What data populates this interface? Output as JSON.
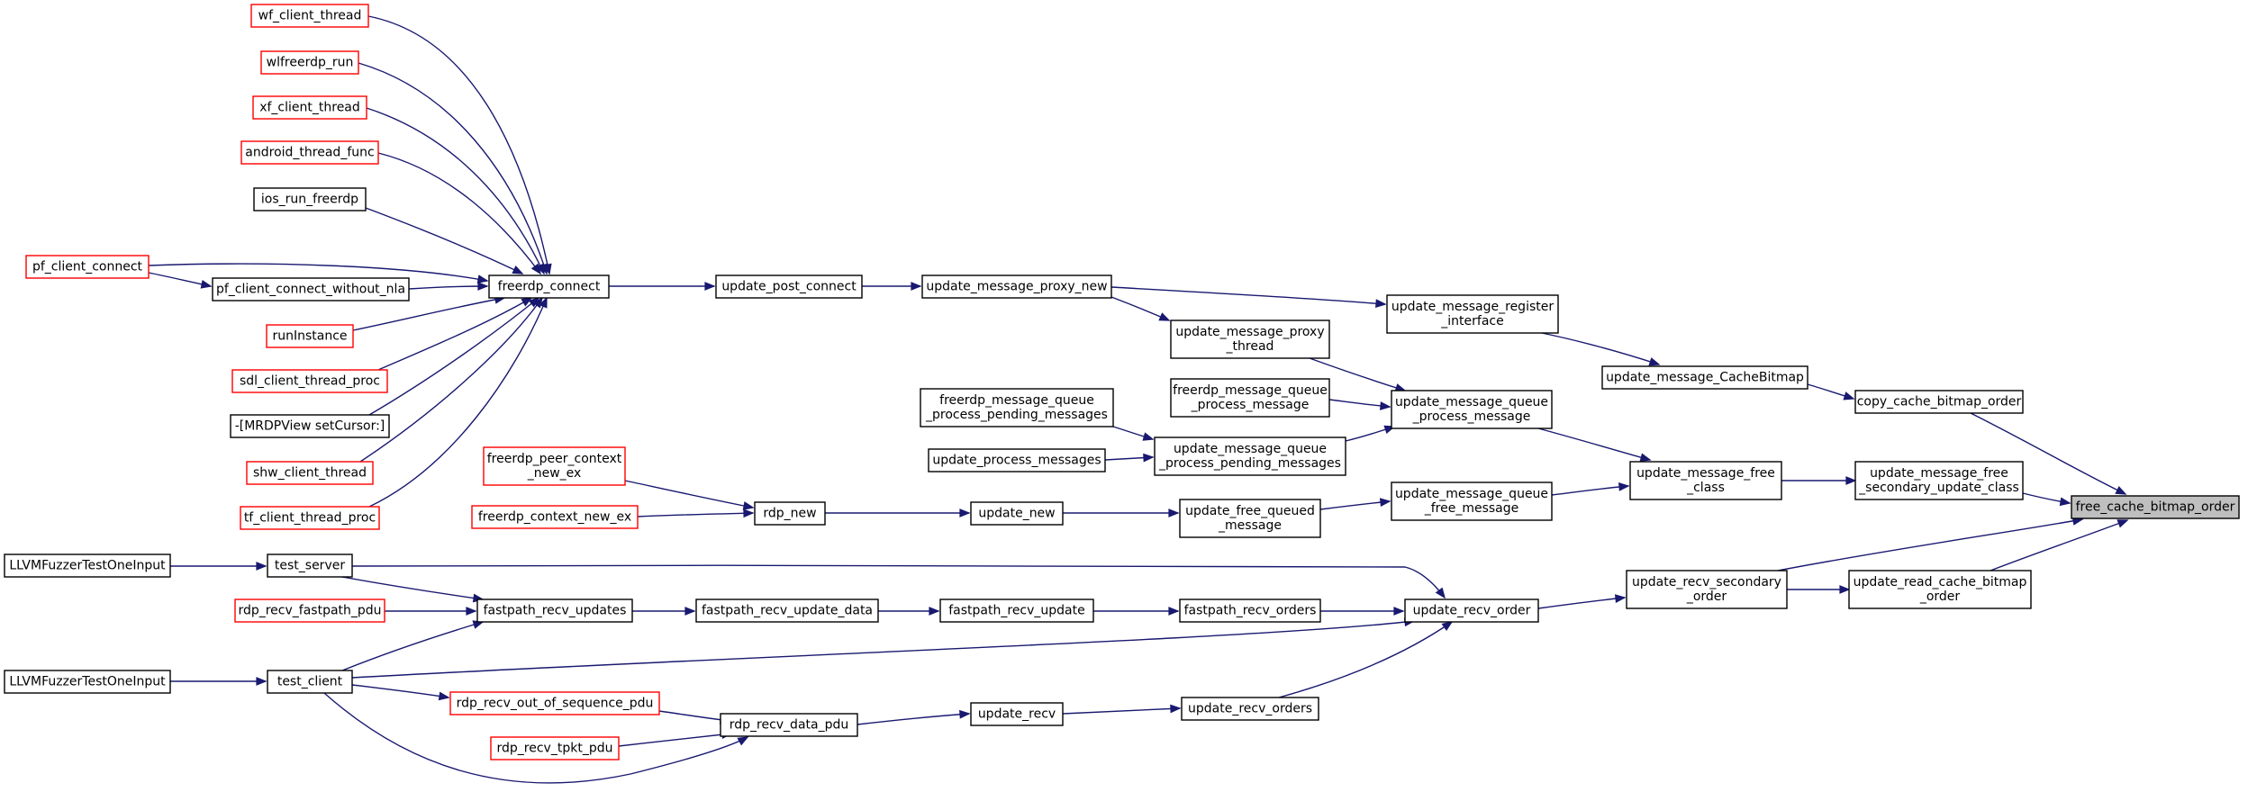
{
  "title": "free_cache_bitmap_order",
  "colors": {
    "edge": "#191970",
    "border_default": "#000000",
    "border_truncated": "#ff0000",
    "highlight_fill": "#bfbfbf"
  },
  "nodes": [
    {
      "id": "free_cache_bitmap_order",
      "lines": [
        "free_cache_bitmap_order"
      ],
      "style": "highlight"
    },
    {
      "id": "copy_cache_bitmap_order",
      "lines": [
        "copy_cache_bitmap_order"
      ],
      "style": "black"
    },
    {
      "id": "update_message_free_secondary_update_class",
      "lines": [
        "update_message_free",
        "_secondary_update_class"
      ],
      "style": "black"
    },
    {
      "id": "update_read_cache_bitmap_order",
      "lines": [
        "update_read_cache_bitmap",
        "_order"
      ],
      "style": "black"
    },
    {
      "id": "update_recv_secondary_order",
      "lines": [
        "update_recv_secondary",
        "_order"
      ],
      "style": "black"
    },
    {
      "id": "update_message_CacheBitmap",
      "lines": [
        "update_message_CacheBitmap"
      ],
      "style": "black"
    },
    {
      "id": "update_message_free_class",
      "lines": [
        "update_message_free",
        "_class"
      ],
      "style": "black"
    },
    {
      "id": "update_recv_order",
      "lines": [
        "update_recv_order"
      ],
      "style": "black"
    },
    {
      "id": "update_message_register_interface",
      "lines": [
        "update_message_register",
        "_interface"
      ],
      "style": "black"
    },
    {
      "id": "update_message_queue_process_message",
      "lines": [
        "update_message_queue",
        "_process_message"
      ],
      "style": "black"
    },
    {
      "id": "update_message_queue_free_message",
      "lines": [
        "update_message_queue",
        "_free_message"
      ],
      "style": "black"
    },
    {
      "id": "update_message_proxy_new",
      "lines": [
        "update_message_proxy_new"
      ],
      "style": "black"
    },
    {
      "id": "update_message_proxy_thread",
      "lines": [
        "update_message_proxy",
        "_thread"
      ],
      "style": "black"
    },
    {
      "id": "freerdp_message_queue_process_message",
      "lines": [
        "freerdp_message_queue",
        "_process_message"
      ],
      "style": "black"
    },
    {
      "id": "update_message_queue_process_pending_messages",
      "lines": [
        "update_message_queue",
        "_process_pending_messages"
      ],
      "style": "black"
    },
    {
      "id": "update_free_queued_message",
      "lines": [
        "update_free_queued",
        "_message"
      ],
      "style": "black"
    },
    {
      "id": "fastpath_recv_orders",
      "lines": [
        "fastpath_recv_orders"
      ],
      "style": "black"
    },
    {
      "id": "update_recv_orders",
      "lines": [
        "update_recv_orders"
      ],
      "style": "black"
    },
    {
      "id": "update_post_connect",
      "lines": [
        "update_post_connect"
      ],
      "style": "black"
    },
    {
      "id": "freerdp_message_queue_process_pending_messages",
      "lines": [
        "freerdp_message_queue",
        "_process_pending_messages"
      ],
      "style": "black"
    },
    {
      "id": "update_process_messages",
      "lines": [
        "update_process_messages"
      ],
      "style": "black"
    },
    {
      "id": "update_new",
      "lines": [
        "update_new"
      ],
      "style": "black"
    },
    {
      "id": "fastpath_recv_update",
      "lines": [
        "fastpath_recv_update"
      ],
      "style": "black"
    },
    {
      "id": "update_recv",
      "lines": [
        "update_recv"
      ],
      "style": "black"
    },
    {
      "id": "freerdp_connect",
      "lines": [
        "freerdp_connect"
      ],
      "style": "black"
    },
    {
      "id": "rdp_new",
      "lines": [
        "rdp_new"
      ],
      "style": "black"
    },
    {
      "id": "fastpath_recv_update_data",
      "lines": [
        "fastpath_recv_update_data"
      ],
      "style": "black"
    },
    {
      "id": "rdp_recv_data_pdu",
      "lines": [
        "rdp_recv_data_pdu"
      ],
      "style": "black"
    },
    {
      "id": "freerdp_peer_context_new_ex",
      "lines": [
        "freerdp_peer_context",
        "_new_ex"
      ],
      "style": "red"
    },
    {
      "id": "freerdp_context_new_ex",
      "lines": [
        "freerdp_context_new_ex"
      ],
      "style": "red"
    },
    {
      "id": "fastpath_recv_updates",
      "lines": [
        "fastpath_recv_updates"
      ],
      "style": "black"
    },
    {
      "id": "rdp_recv_out_of_sequence_pdu",
      "lines": [
        "rdp_recv_out_of_sequence_pdu"
      ],
      "style": "red"
    },
    {
      "id": "rdp_recv_tpkt_pdu",
      "lines": [
        "rdp_recv_tpkt_pdu"
      ],
      "style": "red"
    },
    {
      "id": "wf_client_thread",
      "lines": [
        "wf_client_thread"
      ],
      "style": "red"
    },
    {
      "id": "wlfreerdp_run",
      "lines": [
        "wlfreerdp_run"
      ],
      "style": "red"
    },
    {
      "id": "xf_client_thread",
      "lines": [
        "xf_client_thread"
      ],
      "style": "red"
    },
    {
      "id": "android_thread_func",
      "lines": [
        "android_thread_func"
      ],
      "style": "red"
    },
    {
      "id": "ios_run_freerdp",
      "lines": [
        "ios_run_freerdp"
      ],
      "style": "black"
    },
    {
      "id": "pf_client_connect_without_nla",
      "lines": [
        "pf_client_connect_without_nla"
      ],
      "style": "black"
    },
    {
      "id": "runInstance",
      "lines": [
        "runInstance"
      ],
      "style": "red"
    },
    {
      "id": "sdl_client_thread_proc",
      "lines": [
        "sdl_client_thread_proc"
      ],
      "style": "red"
    },
    {
      "id": "mrdpview_setcursor",
      "lines": [
        "-[MRDPView setCursor:]"
      ],
      "style": "black"
    },
    {
      "id": "shw_client_thread",
      "lines": [
        "shw_client_thread"
      ],
      "style": "red"
    },
    {
      "id": "tf_client_thread_proc",
      "lines": [
        "tf_client_thread_proc"
      ],
      "style": "red"
    },
    {
      "id": "test_server",
      "lines": [
        "test_server"
      ],
      "style": "black"
    },
    {
      "id": "rdp_recv_fastpath_pdu",
      "lines": [
        "rdp_recv_fastpath_pdu"
      ],
      "style": "red"
    },
    {
      "id": "test_client",
      "lines": [
        "test_client"
      ],
      "style": "black"
    },
    {
      "id": "pf_client_connect",
      "lines": [
        "pf_client_connect"
      ],
      "style": "red"
    },
    {
      "id": "llvm_fuzzer_server",
      "lines": [
        "LLVMFuzzerTestOneInput"
      ],
      "style": "black"
    },
    {
      "id": "llvm_fuzzer_client",
      "lines": [
        "LLVMFuzzerTestOneInput"
      ],
      "style": "black"
    }
  ],
  "edges": [
    [
      "copy_cache_bitmap_order",
      "free_cache_bitmap_order"
    ],
    [
      "update_message_free_secondary_update_class",
      "free_cache_bitmap_order"
    ],
    [
      "update_read_cache_bitmap_order",
      "free_cache_bitmap_order"
    ],
    [
      "update_recv_secondary_order",
      "free_cache_bitmap_order"
    ],
    [
      "update_message_CacheBitmap",
      "copy_cache_bitmap_order"
    ],
    [
      "update_message_free_class",
      "update_message_free_secondary_update_class"
    ],
    [
      "update_recv_secondary_order",
      "update_read_cache_bitmap_order"
    ],
    [
      "update_recv_order",
      "update_recv_secondary_order"
    ],
    [
      "update_message_register_interface",
      "update_message_CacheBitmap"
    ],
    [
      "update_message_queue_process_message",
      "update_message_free_class"
    ],
    [
      "update_message_queue_free_message",
      "update_message_free_class"
    ],
    [
      "update_message_proxy_new",
      "update_message_register_interface"
    ],
    [
      "update_message_proxy_thread",
      "update_message_queue_process_message"
    ],
    [
      "freerdp_message_queue_process_message",
      "update_message_queue_process_message"
    ],
    [
      "update_message_queue_process_pending_messages",
      "update_message_queue_process_message"
    ],
    [
      "update_free_queued_message",
      "update_message_queue_free_message"
    ],
    [
      "fastpath_recv_orders",
      "update_recv_order"
    ],
    [
      "update_recv_orders",
      "update_recv_order"
    ],
    [
      "test_server",
      "update_recv_order"
    ],
    [
      "test_client",
      "update_recv_order"
    ],
    [
      "update_post_connect",
      "update_message_proxy_new"
    ],
    [
      "update_message_proxy_new",
      "update_message_proxy_thread"
    ],
    [
      "freerdp_message_queue_process_pending_messages",
      "update_message_queue_process_pending_messages"
    ],
    [
      "update_process_messages",
      "update_message_queue_process_pending_messages"
    ],
    [
      "update_new",
      "update_free_queued_message"
    ],
    [
      "fastpath_recv_update",
      "fastpath_recv_orders"
    ],
    [
      "update_recv",
      "update_recv_orders"
    ],
    [
      "freerdp_connect",
      "update_post_connect"
    ],
    [
      "rdp_new",
      "update_new"
    ],
    [
      "fastpath_recv_update_data",
      "fastpath_recv_update"
    ],
    [
      "rdp_recv_data_pdu",
      "update_recv"
    ],
    [
      "freerdp_peer_context_new_ex",
      "rdp_new"
    ],
    [
      "freerdp_context_new_ex",
      "rdp_new"
    ],
    [
      "fastpath_recv_updates",
      "fastpath_recv_update_data"
    ],
    [
      "rdp_recv_out_of_sequence_pdu",
      "rdp_recv_data_pdu"
    ],
    [
      "rdp_recv_tpkt_pdu",
      "rdp_recv_data_pdu"
    ],
    [
      "test_client",
      "rdp_recv_data_pdu"
    ],
    [
      "wf_client_thread",
      "freerdp_connect"
    ],
    [
      "wlfreerdp_run",
      "freerdp_connect"
    ],
    [
      "xf_client_thread",
      "freerdp_connect"
    ],
    [
      "android_thread_func",
      "freerdp_connect"
    ],
    [
      "ios_run_freerdp",
      "freerdp_connect"
    ],
    [
      "pf_client_connect",
      "freerdp_connect"
    ],
    [
      "pf_client_connect_without_nla",
      "freerdp_connect"
    ],
    [
      "runInstance",
      "freerdp_connect"
    ],
    [
      "sdl_client_thread_proc",
      "freerdp_connect"
    ],
    [
      "mrdpview_setcursor",
      "freerdp_connect"
    ],
    [
      "shw_client_thread",
      "freerdp_connect"
    ],
    [
      "tf_client_thread_proc",
      "freerdp_connect"
    ],
    [
      "pf_client_connect",
      "pf_client_connect_without_nla"
    ],
    [
      "test_server",
      "fastpath_recv_updates"
    ],
    [
      "rdp_recv_fastpath_pdu",
      "fastpath_recv_updates"
    ],
    [
      "test_client",
      "fastpath_recv_updates"
    ],
    [
      "test_client",
      "rdp_recv_out_of_sequence_pdu"
    ],
    [
      "llvm_fuzzer_server",
      "test_server"
    ],
    [
      "llvm_fuzzer_client",
      "test_client"
    ]
  ]
}
